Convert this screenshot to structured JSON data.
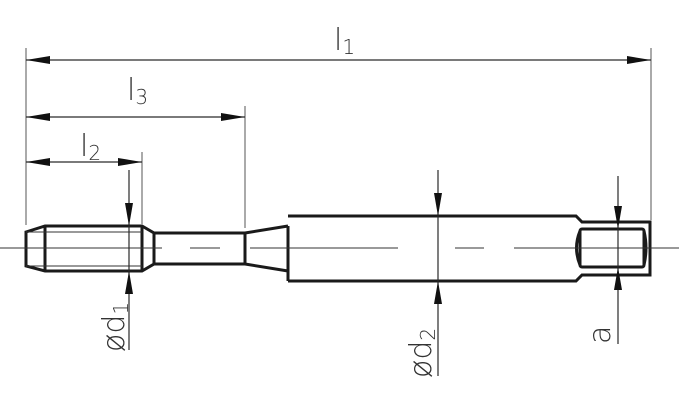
{
  "figure": {
    "type": "technical-drawing",
    "subject": "machine tap with reduced shank and square drive",
    "colors": {
      "background": "#ffffff",
      "outline": "#1a1a1a",
      "dimension": "#2a2a2a"
    }
  },
  "dimensions": {
    "l1": {
      "symbol": "l",
      "subscript": "1",
      "meaning": "overall length"
    },
    "l3": {
      "symbol": "l",
      "subscript": "3",
      "meaning": "length to shank"
    },
    "l2": {
      "symbol": "l",
      "subscript": "2",
      "meaning": "thread length"
    },
    "d1": {
      "prefix": "ø",
      "symbol": "d",
      "subscript": "1",
      "meaning": "thread diameter"
    },
    "d2": {
      "prefix": "ø",
      "symbol": "d",
      "subscript": "2",
      "meaning": "shank diameter"
    },
    "a": {
      "symbol": "a",
      "meaning": "square size"
    }
  }
}
